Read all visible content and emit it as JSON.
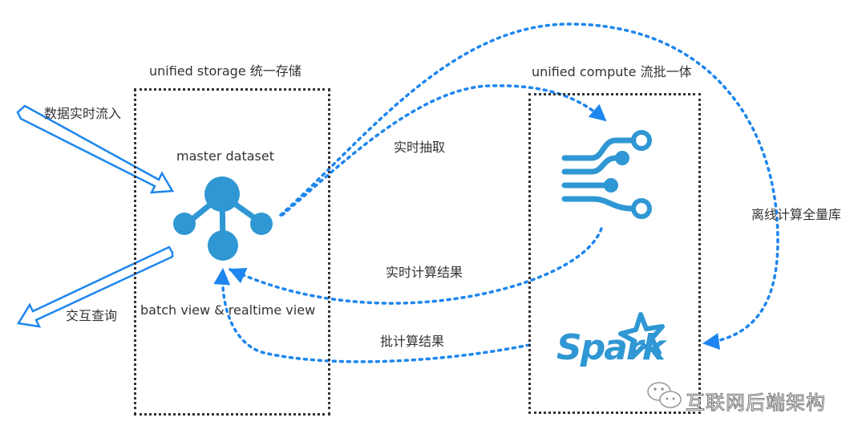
{
  "colors": {
    "accent": "#2f97d3",
    "arrow": "#1e86ee",
    "box_border": "#333333",
    "text": "#333333"
  },
  "storage": {
    "title": "unified storage 统一存储",
    "node_label": "master dataset",
    "view_label": "batch view & realtime view",
    "icon": "hierarchy-nodes-icon"
  },
  "compute": {
    "title": "unified compute 流批一体",
    "stream_icon": "stream-circuit-icon",
    "spark_logo_text": "Spark",
    "spark_icon": "spark-star-icon"
  },
  "edges": {
    "ingest": "数据实时流入",
    "query": "交互查询",
    "realtime_extract": "实时抽取",
    "realtime_result": "实时计算结果",
    "batch_result": "批计算结果",
    "offline_full": "离线计算全量库"
  },
  "watermark": {
    "icon": "wechat-icon",
    "text": "互联网后端架构"
  }
}
